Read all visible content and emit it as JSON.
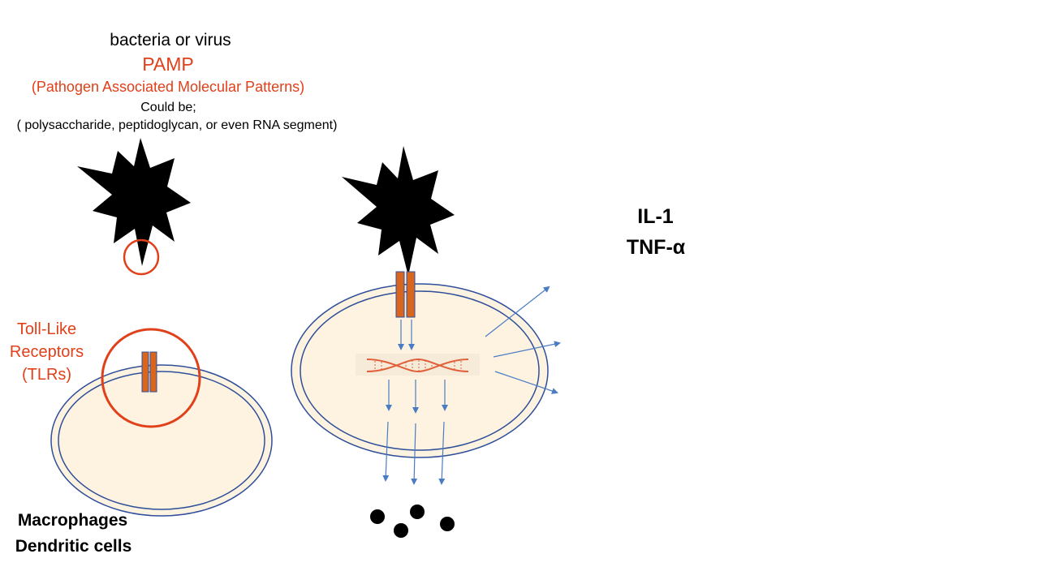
{
  "top_labels": {
    "source": "bacteria or virus",
    "pamp_title": "PAMP",
    "pamp_full": "(Pathogen Associated Molecular Patterns)",
    "could_be": "Could be;",
    "examples": "( polysaccharide, peptidoglycan, or even RNA segment)"
  },
  "tlr_label": {
    "line1": "Toll-Like",
    "line2": "Receptors",
    "line3": "(TLRs)"
  },
  "cell_types": {
    "line1": "Macrophages",
    "line2": "Dendritic cells"
  },
  "cytokines": {
    "line1": "IL-1",
    "line2": "TNF-α"
  },
  "colors": {
    "pathogen": "#000000",
    "highlight_red": "#e0401a",
    "cell_fill": "#fdf3e0",
    "membrane": "#2f4f9a",
    "receptor": "#d9661f",
    "arrow": "#4a7cc4",
    "dna_strand": "#e0603a",
    "dna_band": "#f6ead8"
  }
}
